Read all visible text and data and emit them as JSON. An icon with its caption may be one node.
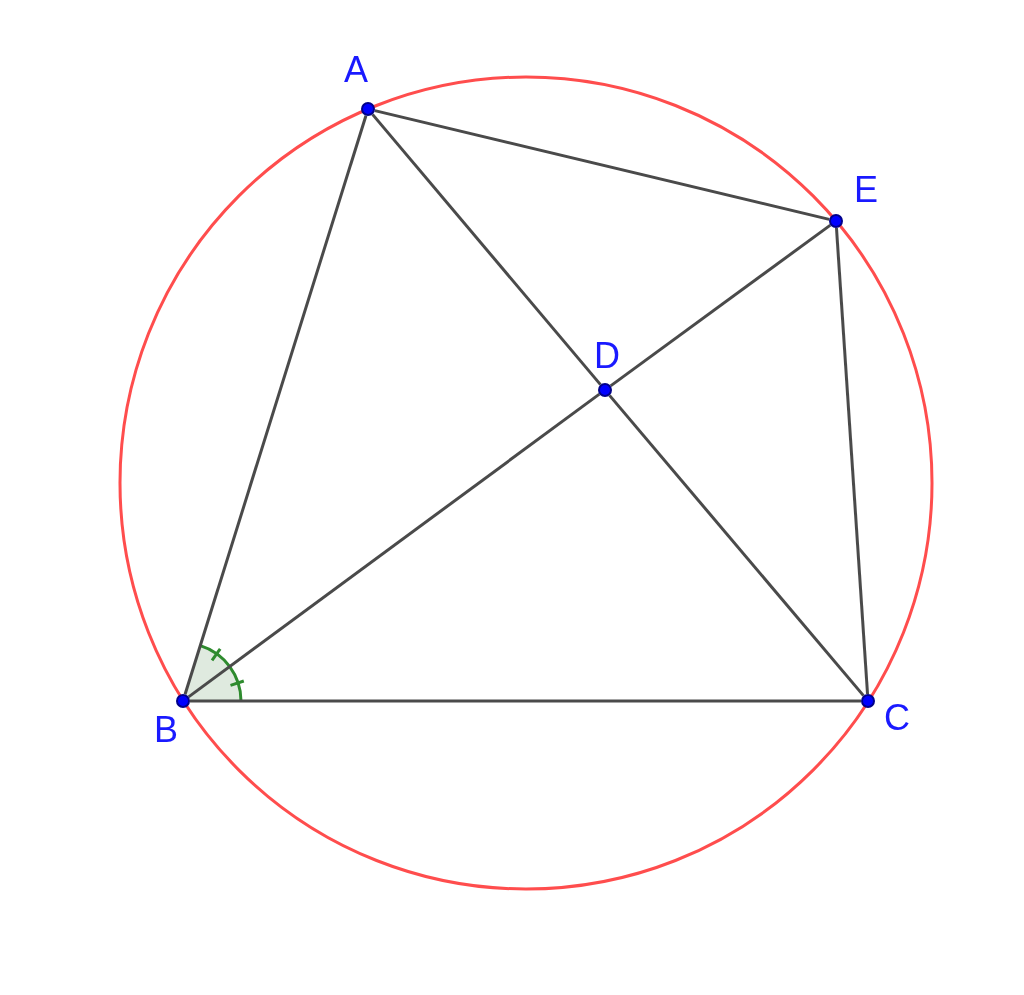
{
  "diagram": {
    "nodes": [
      {
        "text": [],
        "shape": "circle",
        "beside": [
          "A"
        ]
      },
      {
        "text": [],
        "shape": "circle",
        "beside": [
          "E"
        ]
      },
      {
        "text": [],
        "shape": "circle",
        "beside": [
          "D"
        ]
      },
      {
        "text": [],
        "shape": "circle",
        "beside": [
          "B"
        ]
      },
      {
        "text": [],
        "shape": "circle",
        "beside": [
          "C"
        ]
      }
    ],
    "edges": [
      {
        "from": 0,
        "to": 3,
        "arrow": "none"
      },
      {
        "from": 0,
        "to": 1,
        "arrow": "none"
      },
      {
        "from": 0,
        "to": 2,
        "arrow": "none"
      },
      {
        "from": 2,
        "to": 4,
        "arrow": "none"
      },
      {
        "from": 3,
        "to": 2,
        "arrow": "none"
      },
      {
        "from": 2,
        "to": 1,
        "arrow": "none"
      },
      {
        "from": 3,
        "to": 4,
        "arrow": "none"
      },
      {
        "from": 1,
        "to": 4,
        "arrow": "none"
      }
    ]
  }
}
